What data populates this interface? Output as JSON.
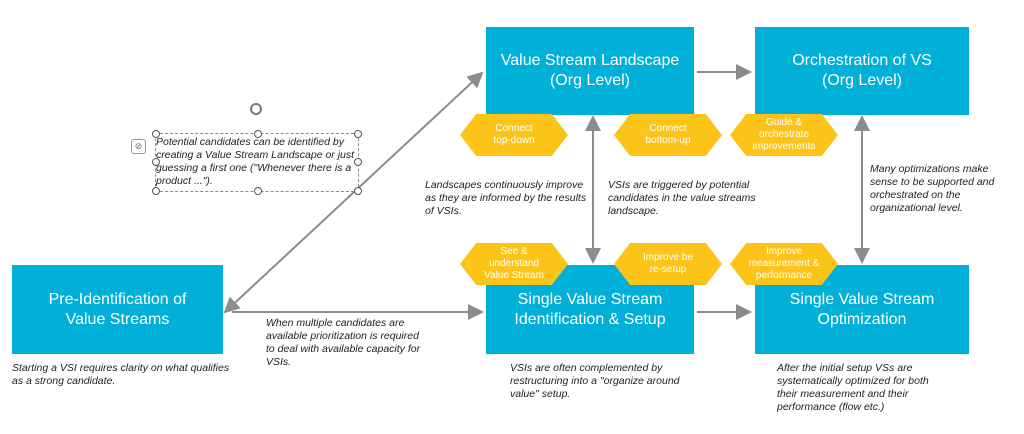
{
  "boxes": {
    "landscape": "Value Stream Landscape\n(Org Level)",
    "orchestration": "Orchestration of VS\n(Org Level)",
    "pre_identification": "Pre-Identification of\nValue Streams",
    "identification": "Single Value Stream\nIdentification & Setup",
    "optimization": "Single Value Stream\nOptimization"
  },
  "hexagons": {
    "connect_top_down": "Connect\ntop-down",
    "connect_bottom_up": "Connect\nbottom-up",
    "guide_orchestrate": "Guide &\norchestrate\nimprovements",
    "see_understand": "See &\nunderstand\nValue Stream",
    "improve_resetup": "Improve be\nre-setup",
    "improve_measurement": "Improve\nmeasurement &\nperformance"
  },
  "notes": {
    "selected_textbox": "Potential candidates can be identified by creating a Value Stream Landscape or just guessing a first one (\"Whenever there is a product ...\").",
    "landscapes_improve": "Landscapes continuously improve as they are informed by the results of VSIs.",
    "vsis_triggered": "VSIs are triggered by potential candidates in the value streams landscape.",
    "many_optimizations": "Many optimizations make sense to be supported and orchestrated on the organizational level.",
    "multiple_candidates": "When multiple candidates are available prioritization is required to deal with available capacity for VSIs.",
    "starting_vsi": "Starting a VSI requires clarity on what qualifies as a strong candidate.",
    "restructuring": "VSIs are often complemented by restructuring into a \"organize around value\" setup.",
    "after_setup": "After the initial setup VSs are systematically optimized for both their measurement and their performance (flow etc.)"
  },
  "colors": {
    "box": "#00b0d8",
    "hexagon": "#fcc419",
    "arrow": "#8c8c8c"
  }
}
